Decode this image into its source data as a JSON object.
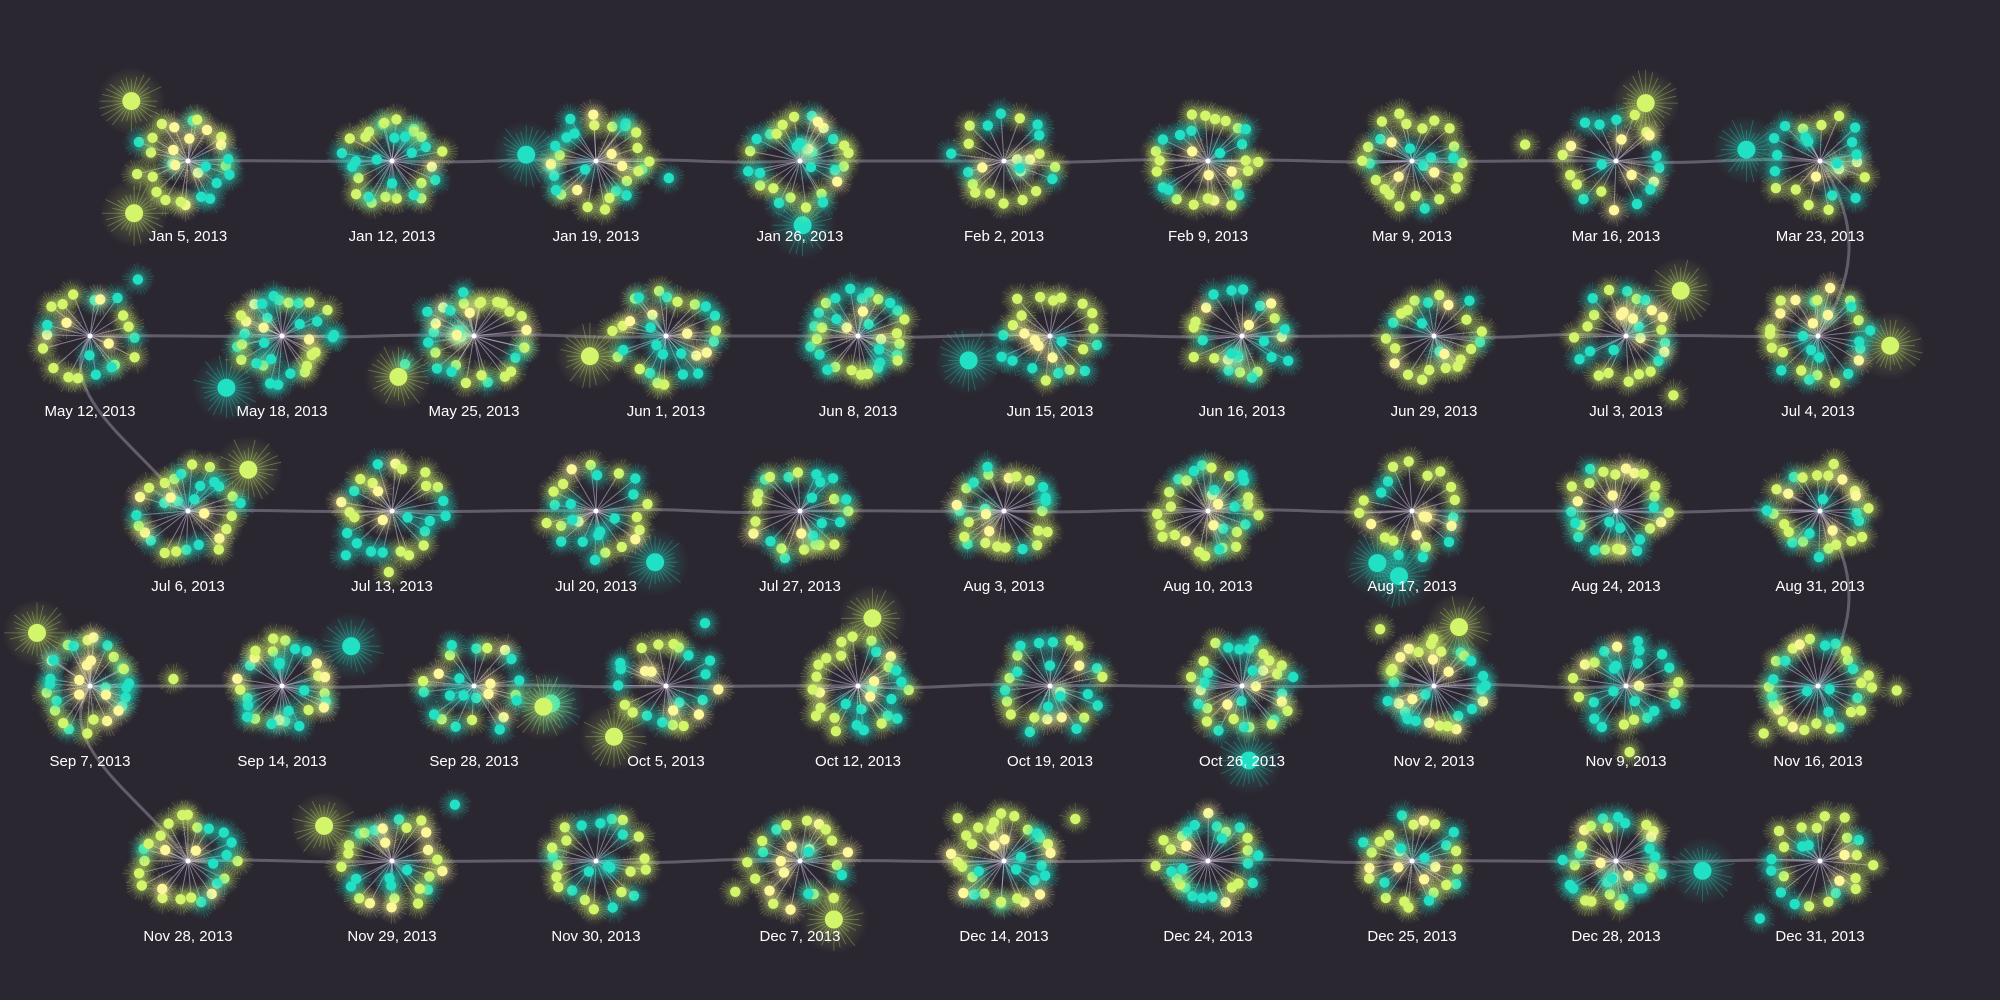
{
  "colors": {
    "background": "#2b2731",
    "path": "#77707f",
    "spoke": "#c9bfd8",
    "center": "#ffffff",
    "node_cyan": "#22e0c4",
    "node_lime": "#d2f56b",
    "node_yellow": "#fbf79a",
    "label": "#ffffff"
  },
  "icons": {
    "node": "starburst-glow-dot",
    "cluster": "radial-star-cluster"
  },
  "weeks": [
    "Jan 5, 2013",
    "Jan 12, 2013",
    "Jan 19, 2013",
    "Jan 26, 2013",
    "Feb 2, 2013",
    "Feb 9, 2013",
    "Mar 9, 2013",
    "Mar 16, 2013",
    "Mar 23, 2013",
    "Jul 4, 2013",
    "Jul 3, 2013",
    "Jun 29, 2013",
    "Jun 16, 2013",
    "Jun 15, 2013",
    "Jun 8, 2013",
    "Jun 1, 2013",
    "May 25, 2013",
    "May 18, 2013",
    "May 12, 2013",
    "Jul 6, 2013",
    "Jul 13, 2013",
    "Jul 20, 2013",
    "Jul 27, 2013",
    "Aug 3, 2013",
    "Aug 10, 2013",
    "Aug 17, 2013",
    "Aug 24, 2013",
    "Aug 31, 2013",
    "Nov 16, 2013",
    "Nov 9, 2013",
    "Nov 2, 2013",
    "Oct 26, 2013",
    "Oct 19, 2013",
    "Oct 12, 2013",
    "Oct 5, 2013",
    "Sep 28, 2013",
    "Sep 14, 2013",
    "Sep 7, 2013",
    "Nov 28, 2013",
    "Nov 29, 2013",
    "Nov 30, 2013",
    "Dec 7, 2013",
    "Dec 14, 2013",
    "Dec 24, 2013",
    "Dec 25, 2013",
    "Dec 28, 2013",
    "Dec 31, 2013"
  ]
}
